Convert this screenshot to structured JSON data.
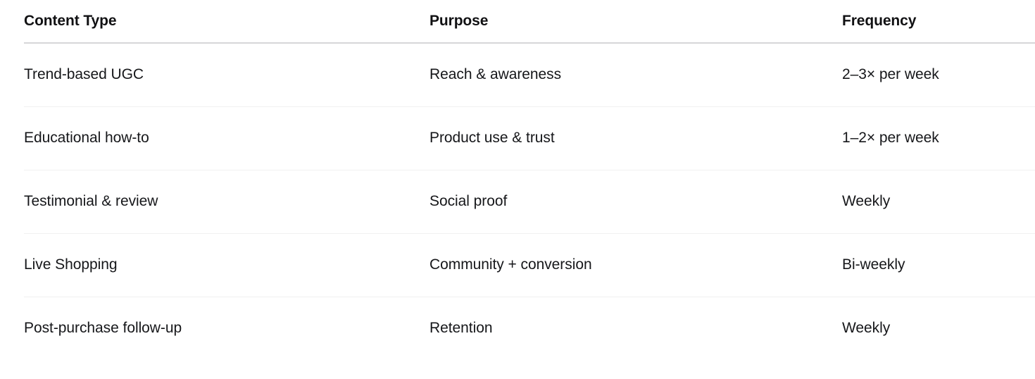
{
  "table": {
    "columns": [
      {
        "key": "content_type",
        "label": "Content Type"
      },
      {
        "key": "purpose",
        "label": "Purpose"
      },
      {
        "key": "frequency",
        "label": "Frequency"
      }
    ],
    "rows": [
      {
        "content_type": "Trend-based UGC",
        "purpose": "Reach & awareness",
        "frequency": "2–3× per week"
      },
      {
        "content_type": "Educational how-to",
        "purpose": "Product use & trust",
        "frequency": "1–2× per week"
      },
      {
        "content_type": "Testimonial & review",
        "purpose": "Social proof",
        "frequency": "Weekly"
      },
      {
        "content_type": "Live Shopping",
        "purpose": "Community + conversion",
        "frequency": "Bi-weekly"
      },
      {
        "content_type": "Post-purchase follow-up",
        "purpose": "Retention",
        "frequency": "Weekly"
      }
    ]
  },
  "style": {
    "background": "#ffffff",
    "header_text_color": "#111113",
    "body_text_color": "#16171a",
    "header_rule_color": "#d6d6d8",
    "row_rule_color": "#f1f1f1"
  }
}
